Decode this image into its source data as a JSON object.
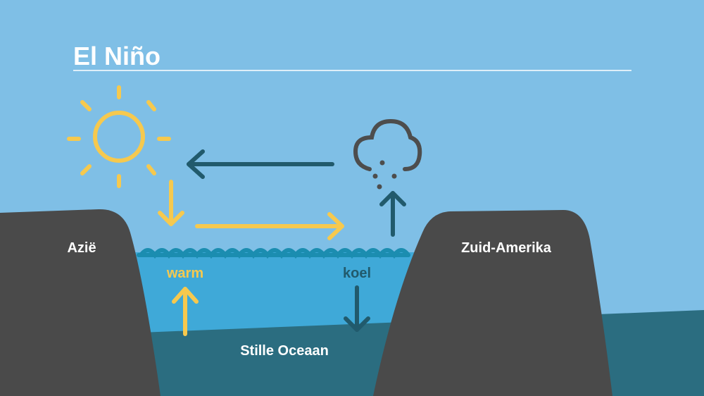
{
  "title": "El Niño",
  "labels": {
    "left_land": "Azië",
    "right_land": "Zuid-Amerika",
    "warm": "warm",
    "cool": "koel",
    "ocean": "Stille Oceaan"
  },
  "colors": {
    "sky": "#7fbfe6",
    "water": "#3fa9d8",
    "deep_water": "#2b6d80",
    "waves": "#1b8db0",
    "land": "#4a4a4a",
    "warm": "#f6c94e",
    "cool": "#215a6c",
    "cloud": "#4d4d4d"
  },
  "icons": [
    "sun-icon",
    "rain-cloud-icon"
  ]
}
